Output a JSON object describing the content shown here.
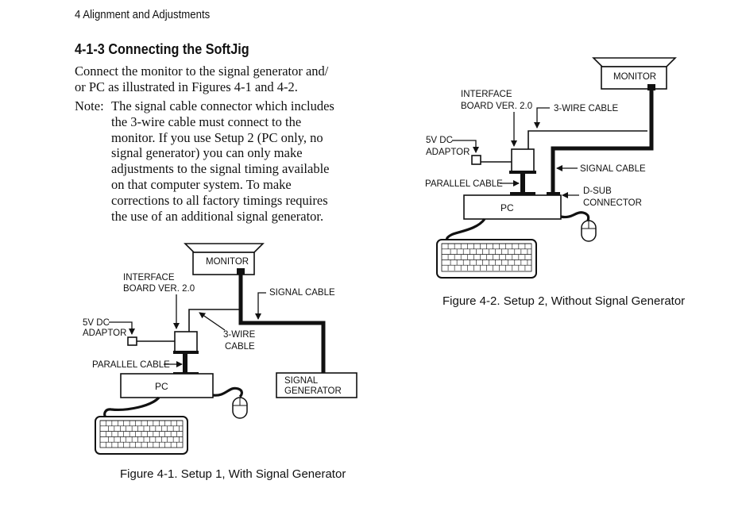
{
  "header": {
    "running_head": "4 Alignment and Adjustments"
  },
  "section": {
    "heading": "4-1-3 Connecting the SoftJig",
    "intro_lines": [
      "Connect the monitor to the signal generator and/",
      "or PC as illustrated in Figures 4-1 and 4-2."
    ],
    "note_label": "Note:",
    "note_lines": [
      "The signal cable connector which includes",
      "the 3-wire cable must connect to the",
      "monitor. If you use Setup 2 (PC only, no",
      "signal generator) you can only make",
      "adjustments to the signal timing available",
      "on that computer system. To make",
      "corrections to all factory timings requires",
      "the use of an additional signal generator."
    ]
  },
  "figure1": {
    "caption": "Figure 4-1. Setup 1, With Signal Generator",
    "monitor": "MONITOR",
    "interface_line1": "INTERFACE",
    "interface_line2": "BOARD VER. 2.0",
    "signal_cable": "SIGNAL CABLE",
    "adaptor_line1": "5V DC",
    "adaptor_line2": "ADAPTOR",
    "wire_line1": "3-WIRE",
    "wire_line2": "CABLE",
    "parallel_cable": "PARALLEL CABLE",
    "pc": "PC",
    "signal_gen_line1": "SIGNAL",
    "signal_gen_line2": "GENERATOR"
  },
  "figure2": {
    "caption": "Figure 4-2. Setup 2, Without Signal Generator",
    "monitor": "MONITOR",
    "interface_line1": "INTERFACE",
    "interface_line2": "BOARD VER. 2.0",
    "wire_cable": "3-WIRE CABLE",
    "adaptor_line1": "5V DC",
    "adaptor_line2": "ADAPTOR",
    "signal_cable": "SIGNAL CABLE",
    "parallel_cable": "PARALLEL CABLE",
    "dsub_line1": "D-SUB",
    "dsub_line2": "CONNECTOR",
    "pc": "PC"
  }
}
